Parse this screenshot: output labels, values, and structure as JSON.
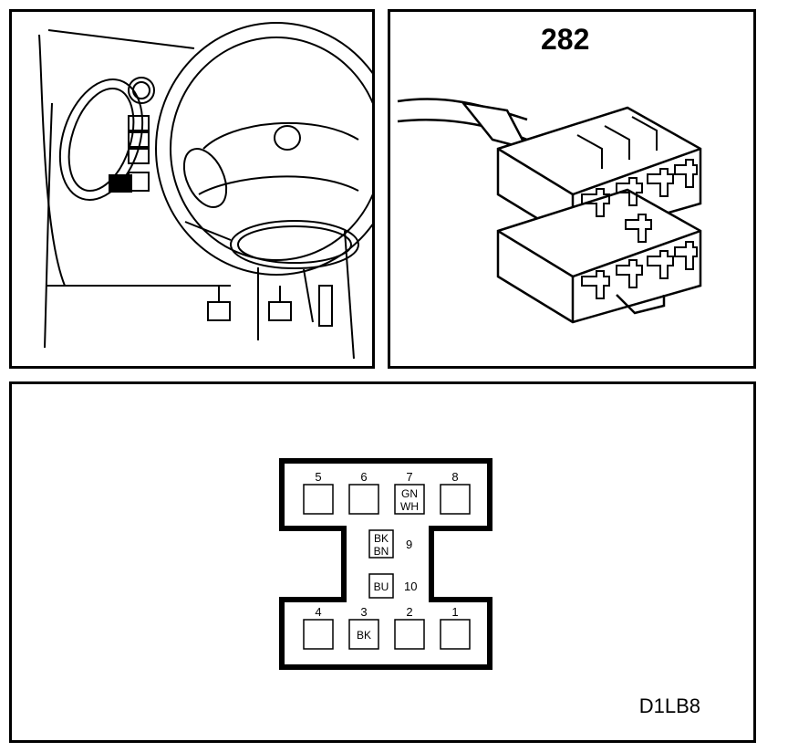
{
  "figure": {
    "connector_id": "282",
    "reference_code": "D1LB8"
  },
  "pinout": {
    "top_row": [
      {
        "pin": "5",
        "wire": ""
      },
      {
        "pin": "6",
        "wire": ""
      },
      {
        "pin": "7",
        "wire": "GN\nWH",
        "wire_line1": "GN",
        "wire_line2": "WH"
      },
      {
        "pin": "8",
        "wire": ""
      }
    ],
    "middle": [
      {
        "pin": "9",
        "wire_line1": "BK",
        "wire_line2": "BN"
      },
      {
        "pin": "10",
        "wire_line1": "BU",
        "wire_line2": ""
      }
    ],
    "bottom_row": [
      {
        "pin": "4",
        "wire": ""
      },
      {
        "pin": "3",
        "wire": "BK"
      },
      {
        "pin": "2",
        "wire": ""
      },
      {
        "pin": "1",
        "wire": ""
      }
    ]
  }
}
